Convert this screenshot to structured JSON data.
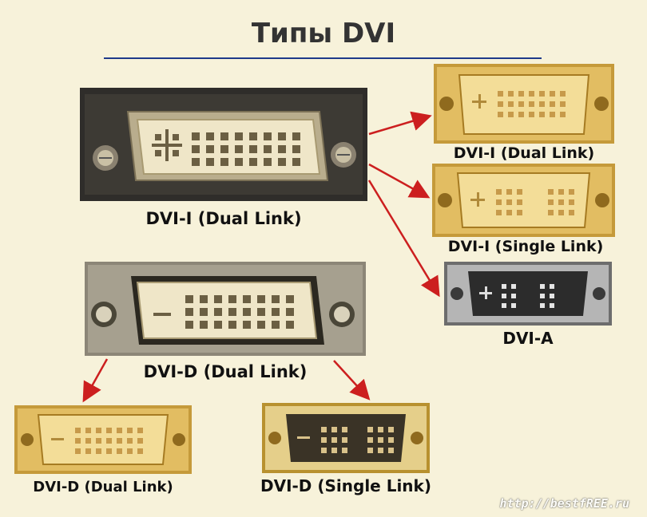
{
  "title": "Типы DVI",
  "colors": {
    "accent_line": "#1f3a8a",
    "arrow": "#cc1f1f",
    "connector_gold": "#e6c77a",
    "connector_white": "#efe6c8",
    "background": "#f7f2da"
  },
  "connectors": [
    {
      "label": "DVI-I (Dual Link)",
      "icon": "dvi-i-dual-link-connector-photo"
    },
    {
      "label": "DVI-D (Dual Link)",
      "icon": "dvi-d-dual-link-connector-photo"
    },
    {
      "label": "DVI-I (Dual Link)",
      "icon": "dvi-i-dual-link-plug-photo"
    },
    {
      "label": "DVI-I (Single Link)",
      "icon": "dvi-i-single-link-plug-photo"
    },
    {
      "label": "DVI-A",
      "icon": "dvi-a-plug-photo"
    },
    {
      "label": "DVI-D (Dual Link)",
      "icon": "dvi-d-dual-link-plug-photo"
    },
    {
      "label": "DVI-D (Single Link)",
      "icon": "dvi-d-single-link-plug-photo"
    }
  ],
  "watermark": "http://bestfREE.ru"
}
